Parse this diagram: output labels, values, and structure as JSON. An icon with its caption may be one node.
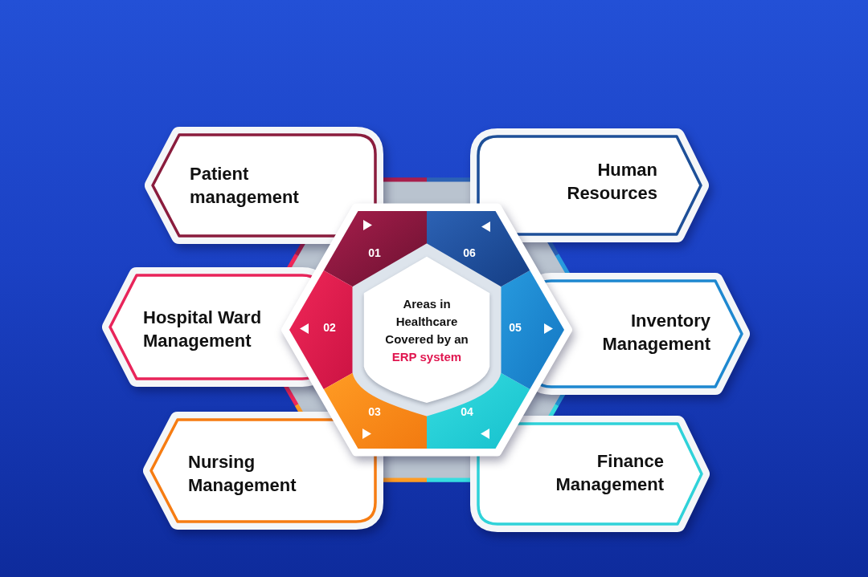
{
  "diagram": {
    "nodes": [
      {
        "text": [
          "Areas in Healthcare Covered by an",
          "ERP system"
        ]
      },
      {
        "text": [
          "01"
        ]
      },
      {
        "text": [
          "Patient management"
        ]
      },
      {
        "text": [
          "02"
        ]
      },
      {
        "text": [
          "Hospital Ward Management"
        ]
      },
      {
        "text": [
          "03"
        ]
      },
      {
        "text": [
          "Nursing Management"
        ]
      },
      {
        "text": [
          "04"
        ]
      },
      {
        "text": [
          "Finance Management"
        ]
      },
      {
        "text": [
          "05"
        ]
      },
      {
        "text": [
          "Inventory Management"
        ]
      },
      {
        "text": [
          "06"
        ]
      },
      {
        "text": [
          "Human Resources"
        ]
      }
    ]
  }
}
